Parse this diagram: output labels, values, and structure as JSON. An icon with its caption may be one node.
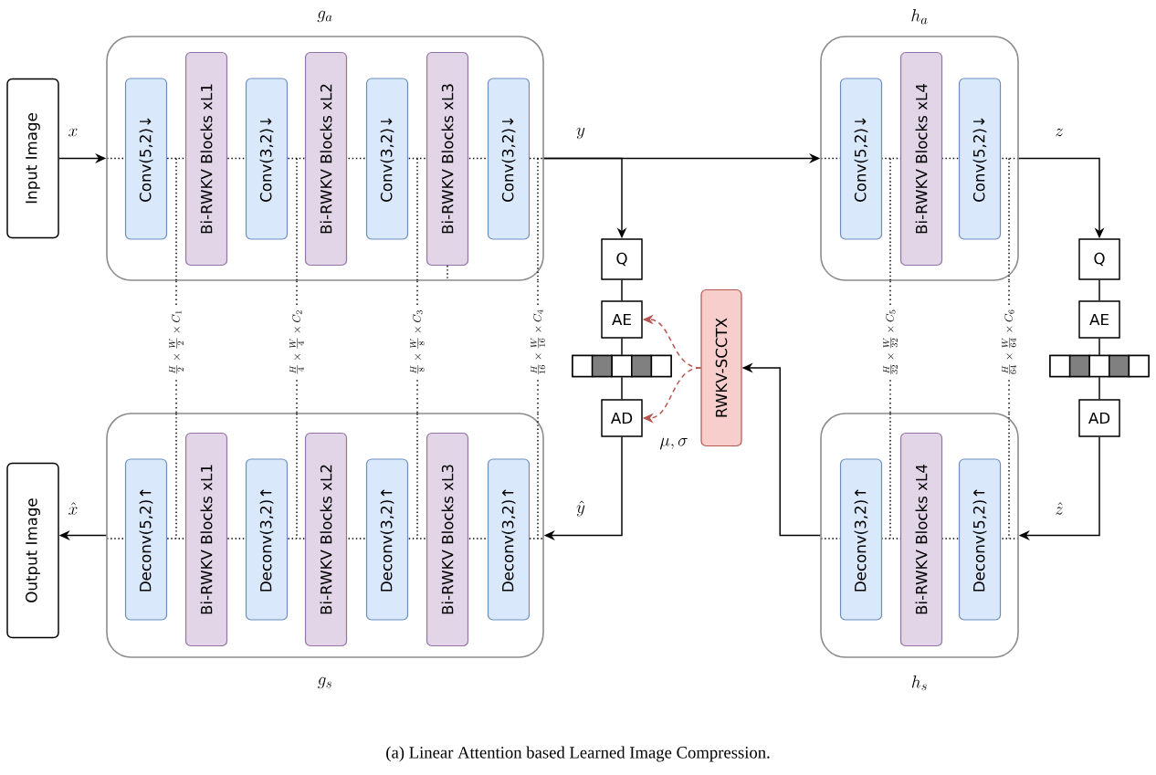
{
  "diagram": {
    "nodes": [
      {
        "text": [
          "Input Image"
        ]
      },
      {
        "text": [
          "g_a"
        ]
      },
      {
        "text": [
          "Conv(5,2)↓"
        ],
        "in": 1
      },
      {
        "text": [
          "Bi-RWKV Blocks xL1"
        ],
        "in": 1
      },
      {
        "text": [
          "Conv(3,2)↓"
        ],
        "in": 1
      },
      {
        "text": [
          "Bi-RWKV Blocks xL2"
        ],
        "in": 1
      },
      {
        "text": [
          "Conv(3,2)↓"
        ],
        "in": 1
      },
      {
        "text": [
          "Bi-RWKV Blocks xL3"
        ],
        "in": 1
      },
      {
        "text": [
          "Conv(3,2)↓"
        ],
        "in": 1
      },
      {
        "text": [
          "h_a"
        ]
      },
      {
        "text": [
          "Conv(5,2)↓"
        ],
        "in": 9
      },
      {
        "text": [
          "Bi-RWKV Blocks xL4"
        ],
        "in": 9
      },
      {
        "text": [
          "Conv(5,2)↓"
        ],
        "in": 9
      },
      {
        "text": [
          "Q"
        ]
      },
      {
        "text": [
          "AE"
        ]
      },
      {
        "text": [],
        "shape": "bar"
      },
      {
        "text": [
          "AD"
        ]
      },
      {
        "text": [
          "RWKV-SCCTX"
        ]
      },
      {
        "text": [
          "Q"
        ]
      },
      {
        "text": [
          "AE"
        ]
      },
      {
        "text": [],
        "shape": "bar"
      },
      {
        "text": [
          "AD"
        ]
      },
      {
        "text": [
          "Output Image"
        ]
      },
      {
        "text": [
          "g_s"
        ]
      },
      {
        "text": [
          "Deconv(5,2)↑"
        ],
        "in": 23
      },
      {
        "text": [
          "Bi-RWKV Blocks xL1"
        ],
        "in": 23
      },
      {
        "text": [
          "Deconv(3,2)↑"
        ],
        "in": 23
      },
      {
        "text": [
          "Bi-RWKV Blocks xL2"
        ],
        "in": 23
      },
      {
        "text": [
          "Deconv(3,2)↑"
        ],
        "in": 23
      },
      {
        "text": [
          "Bi-RWKV Blocks xL3"
        ],
        "in": 23
      },
      {
        "text": [
          "Deconv(3,2)↑"
        ],
        "in": 23
      },
      {
        "text": [
          "h_s"
        ]
      },
      {
        "text": [
          "Deconv(3,2)↑"
        ],
        "in": 31
      },
      {
        "text": [
          "Bi-RWKV Blocks xL4"
        ],
        "in": 31
      },
      {
        "text": [
          "Deconv(5,2)↑"
        ],
        "in": 31
      }
    ],
    "edges": [
      {
        "from": 0,
        "to": 1,
        "arrow": "to",
        "label": "x"
      },
      {
        "from": 1,
        "to": 9,
        "arrow": "to",
        "label": "y"
      },
      {
        "from": 1,
        "to": 13,
        "arrow": "to"
      },
      {
        "from": 9,
        "to": 18,
        "arrow": "to",
        "label": "z"
      },
      {
        "from": 13,
        "to": 14,
        "arrow": "none"
      },
      {
        "from": 14,
        "to": 15,
        "arrow": "none"
      },
      {
        "from": 15,
        "to": 16,
        "arrow": "none"
      },
      {
        "from": 16,
        "to": 23,
        "arrow": "to",
        "label": "\\hat{y}"
      },
      {
        "from": 18,
        "to": 19,
        "arrow": "none"
      },
      {
        "from": 19,
        "to": 20,
        "arrow": "none"
      },
      {
        "from": 20,
        "to": 21,
        "arrow": "none"
      },
      {
        "from": 21,
        "to": 31,
        "arrow": "to",
        "label": "\\hat{z}"
      },
      {
        "from": 31,
        "to": 17,
        "arrow": "to"
      },
      {
        "from": 17,
        "to": 14,
        "arrow": "to",
        "style": "dashed",
        "color": "#b85450"
      },
      {
        "from": 17,
        "to": 16,
        "arrow": "to",
        "style": "dashed",
        "color": "#b85450"
      },
      {
        "from": 23,
        "to": 22,
        "arrow": "to",
        "label": "\\hat{x}"
      },
      {
        "from": 1,
        "to": 23,
        "arrow": "none",
        "style": "dashed",
        "label": "\\frac{H}{2} \\times \\frac{W}{2} \\times C_1"
      },
      {
        "from": 1,
        "to": 23,
        "arrow": "none",
        "style": "dashed",
        "label": "\\frac{H}{4} \\times \\frac{W}{4} \\times C_2"
      },
      {
        "from": 1,
        "to": 23,
        "arrow": "none",
        "style": "dashed",
        "label": "\\frac{H}{8} \\times \\frac{W}{8} \\times C_3"
      },
      {
        "from": 1,
        "to": 23,
        "arrow": "none",
        "style": "dashed",
        "label": "\\frac{H}{16} \\times \\frac{W}{16} \\times C_4"
      },
      {
        "from": 9,
        "to": 31,
        "arrow": "none",
        "style": "dashed",
        "label": "\\frac{H}{32} \\times \\frac{W}{32} \\times C_5"
      },
      {
        "from": 9,
        "to": 31,
        "arrow": "none",
        "style": "dashed",
        "label": "\\frac{H}{64} \\times \\frac{W}{64} \\times C_6"
      }
    ],
    "labels": [
      "\\mu, \\sigma"
    ],
    "caption": "(a) Linear Attention based Learned Image Compression."
  }
}
